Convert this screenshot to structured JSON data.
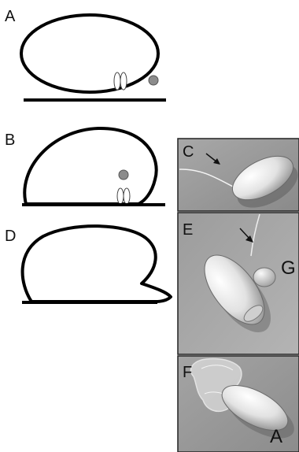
{
  "panels": {
    "a": {
      "label": "A"
    },
    "b": {
      "label": "B"
    },
    "c": {
      "label": "C"
    },
    "d": {
      "label": "D"
    },
    "e": {
      "label": "E"
    },
    "f": {
      "label": "F"
    }
  },
  "micrograph_labels": {
    "g": "G",
    "a": "A"
  },
  "colors": {
    "outline": "#000000",
    "particle": "#8c8c8c",
    "micrograph_bg": "#9a9a9a",
    "cell_light": "#ececec"
  }
}
